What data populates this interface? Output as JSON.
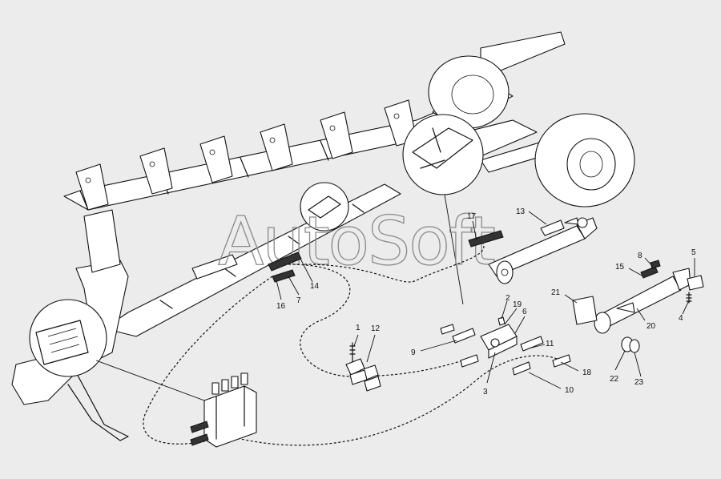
{
  "watermark": "AutoSoft",
  "callouts": [
    "1",
    "2",
    "3",
    "4",
    "5",
    "6",
    "7",
    "8",
    "9",
    "10",
    "11",
    "12",
    "13",
    "14",
    "15",
    "16",
    "17",
    "18",
    "19",
    "20",
    "21",
    "22",
    "23"
  ]
}
